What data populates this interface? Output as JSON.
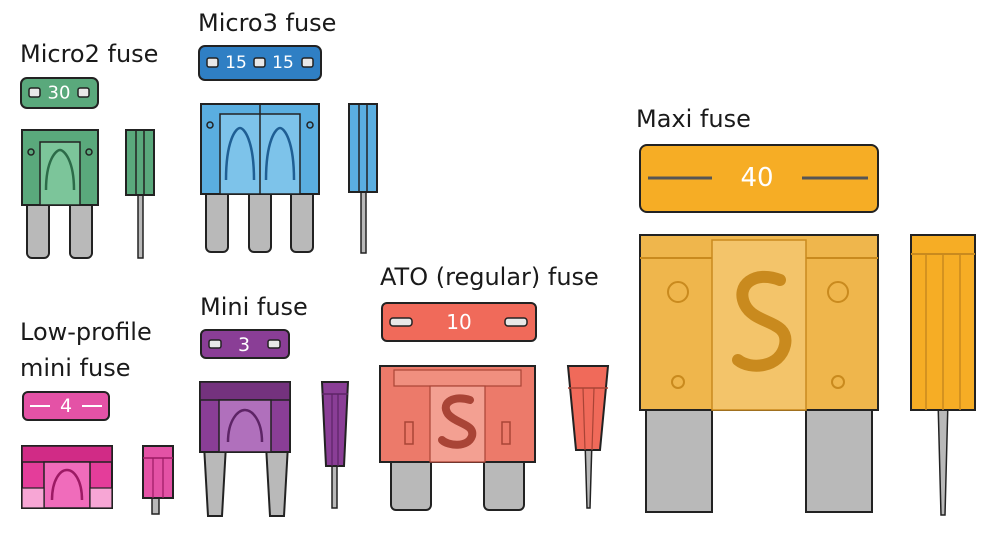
{
  "labels": {
    "micro2": "Micro2 fuse",
    "micro3": "Micro3 fuse",
    "maxi": "Maxi fuse",
    "ato": "ATO (regular) fuse",
    "mini": "Mini fuse",
    "lowprofile_line1": "Low-profile",
    "lowprofile_line2": "mini fuse"
  },
  "ratings": {
    "micro2": "30",
    "micro3_left": "15",
    "micro3_right": "15",
    "maxi": "40",
    "ato": "10",
    "mini": "3",
    "lowprofile": "4"
  },
  "colors": {
    "micro2": "#4a9a6e",
    "micro3": "#3b8fd1",
    "maxi": "#f4a823",
    "ato": "#f06a5a",
    "mini": "#8a3e96",
    "lowprofile": "#e452a6",
    "metal": "#b9b9b9",
    "outline": "#222222"
  }
}
